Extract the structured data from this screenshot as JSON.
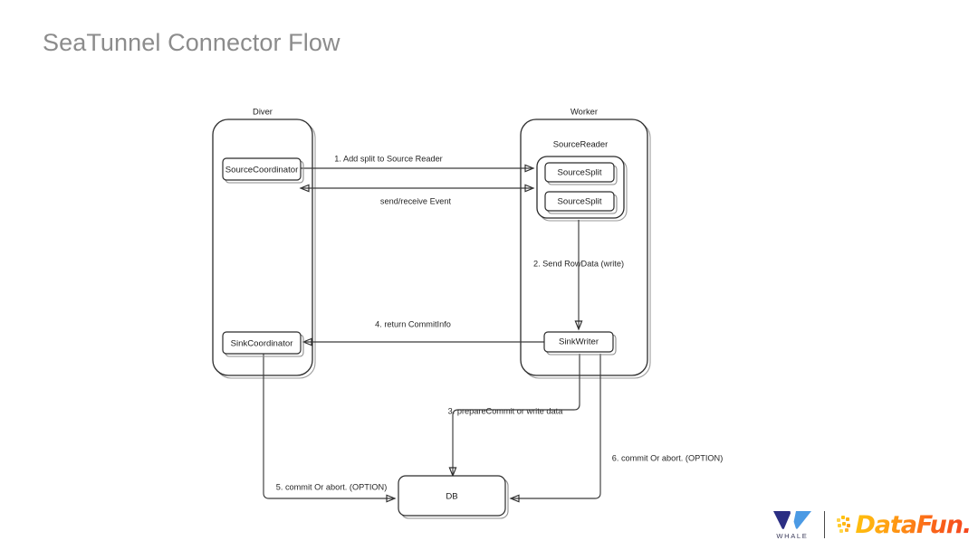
{
  "title": "SeaTunnel Connector Flow",
  "diagram": {
    "groups": {
      "driver_label": "Diver",
      "worker_label": "Worker",
      "source_reader_label": "SourceReader"
    },
    "nodes": {
      "source_coordinator": "SourceCoordinator",
      "sink_coordinator": "SinkCoordinator",
      "source_split_1": "SourceSplit",
      "source_split_2": "SourceSplit",
      "sink_writer": "SinkWriter",
      "db": "DB"
    },
    "edges": {
      "e1": "1. Add split to Source Reader",
      "e_event": "send/receive Event",
      "e2": "2. Send RowData   (write)",
      "e4": "4. return CommitInfo",
      "e3": "3. prepareCommit or write data",
      "e5": "5. commit Or abort. (OPTION)",
      "e6": "6. commit Or abort. (OPTION)"
    }
  },
  "logos": {
    "whale_text": "WHALE",
    "datafun_text": "DataFun."
  },
  "colors": {
    "title": "#8c8c8c",
    "stroke": "#2b2b2b",
    "whale_dark": "#2b2e83",
    "whale_light": "#4b9ae4",
    "datafun_start": "#ffc20e",
    "datafun_end": "#f4431f"
  }
}
